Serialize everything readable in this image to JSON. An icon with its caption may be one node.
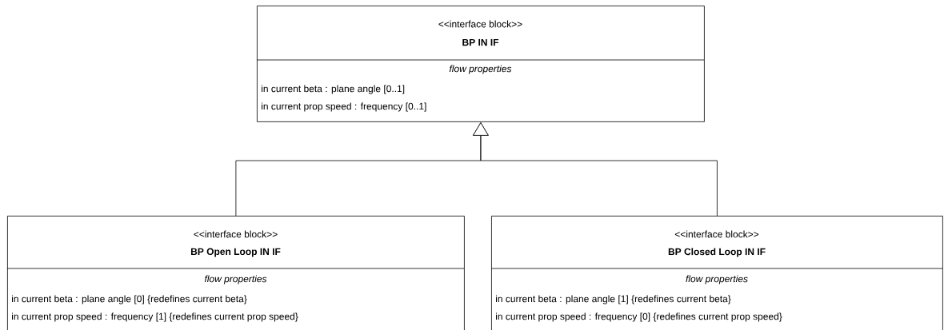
{
  "diagram": {
    "nodes": [
      {
        "text": [
          "<<interface block>>",
          "BP IN IF",
          "flow properties",
          "in current beta : plane angle [0..1]",
          "in current prop speed : frequency [0..1]"
        ]
      },
      {
        "text": [
          "<<interface block>>",
          "BP Open Loop IN IF",
          "flow properties",
          "in current beta : plane angle [0] {redefines current beta}",
          "in current prop speed : frequency [1] {redefines current prop speed}"
        ]
      },
      {
        "text": [
          "<<interface block>>",
          "BP Closed Loop IN IF",
          "flow properties",
          "in current beta : plane angle [1] {redefines current beta}",
          "in current prop speed : frequency [0] {redefines current prop speed}"
        ]
      }
    ],
    "edges": [
      {
        "from": 1,
        "to": 0,
        "arrow": "to"
      },
      {
        "from": 2,
        "to": 0,
        "arrow": "to"
      }
    ]
  }
}
